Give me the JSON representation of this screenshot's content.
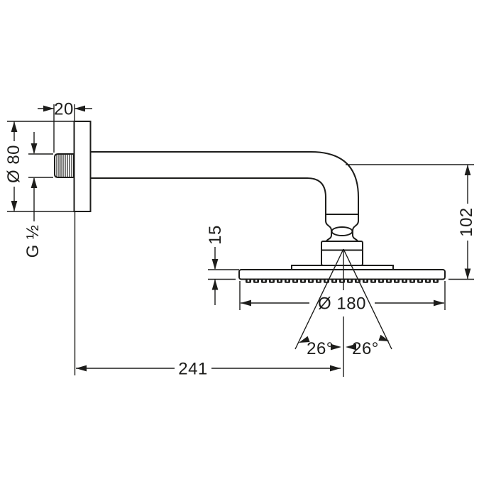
{
  "diagram": {
    "background": "#ffffff",
    "line_color": "#1d1d1b",
    "dimensions": {
      "wall_offset": "20",
      "escutcheon_diameter": "Ø 80",
      "thread_size": "G ½",
      "head_rim_height": "15",
      "head_diameter": "Ø 180",
      "spray_angle_left": "26°",
      "spray_angle_right": "26°",
      "head_drop_height": "102",
      "arm_projection": "241"
    }
  }
}
